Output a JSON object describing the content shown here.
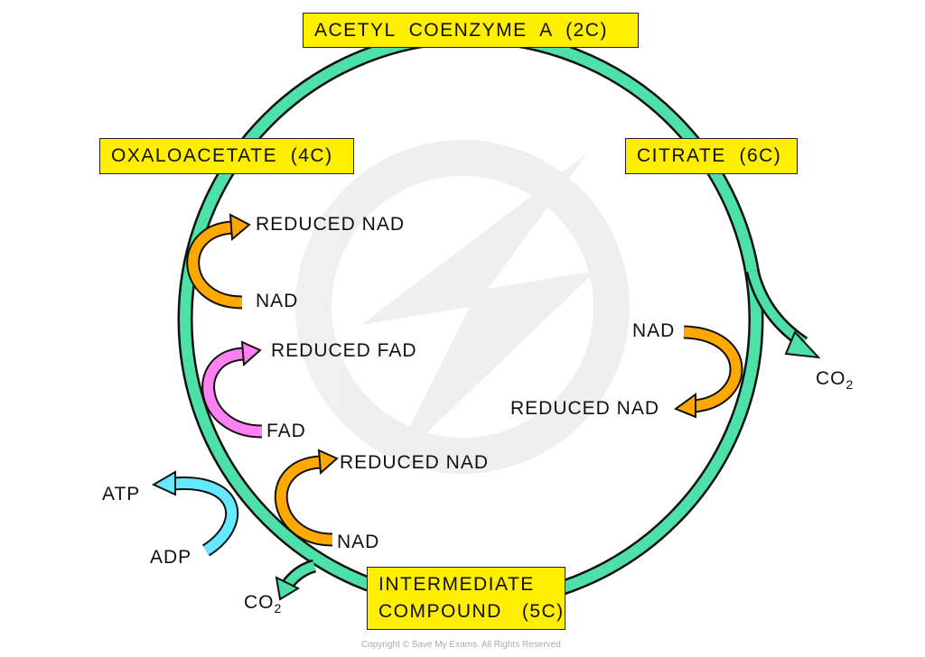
{
  "title_boxes": {
    "acetyl": "ACETYL  COENZYME  A  (2C)",
    "oxaloacetate": "OXALOACETATE  (4C)",
    "citrate": "CITRATE  (6C)",
    "intermediate_line1": "INTERMEDIATE",
    "intermediate_line2": "COMPOUND   (5C)"
  },
  "labels": {
    "reduced_nad_1": "REDUCED  NAD",
    "nad_1": "NAD",
    "reduced_fad": "REDUCED  FAD",
    "fad": "FAD",
    "reduced_nad_2": "REDUCED  NAD",
    "nad_2": "NAD",
    "atp": "ATP",
    "adp": "ADP",
    "nad_3": "NAD",
    "reduced_nad_3": "REDUCED  NAD",
    "co2_right": "CO",
    "co2_right_sub": "2",
    "co2_left": "CO",
    "co2_left_sub": "2"
  },
  "copyright": "Copyright © Save My Exams. All Rights Reserved",
  "colors": {
    "cycle": "#4de0a8",
    "nad": "#ffa800",
    "fad": "#ff80f0",
    "atp": "#66e8ff",
    "box": "#ffee00"
  }
}
